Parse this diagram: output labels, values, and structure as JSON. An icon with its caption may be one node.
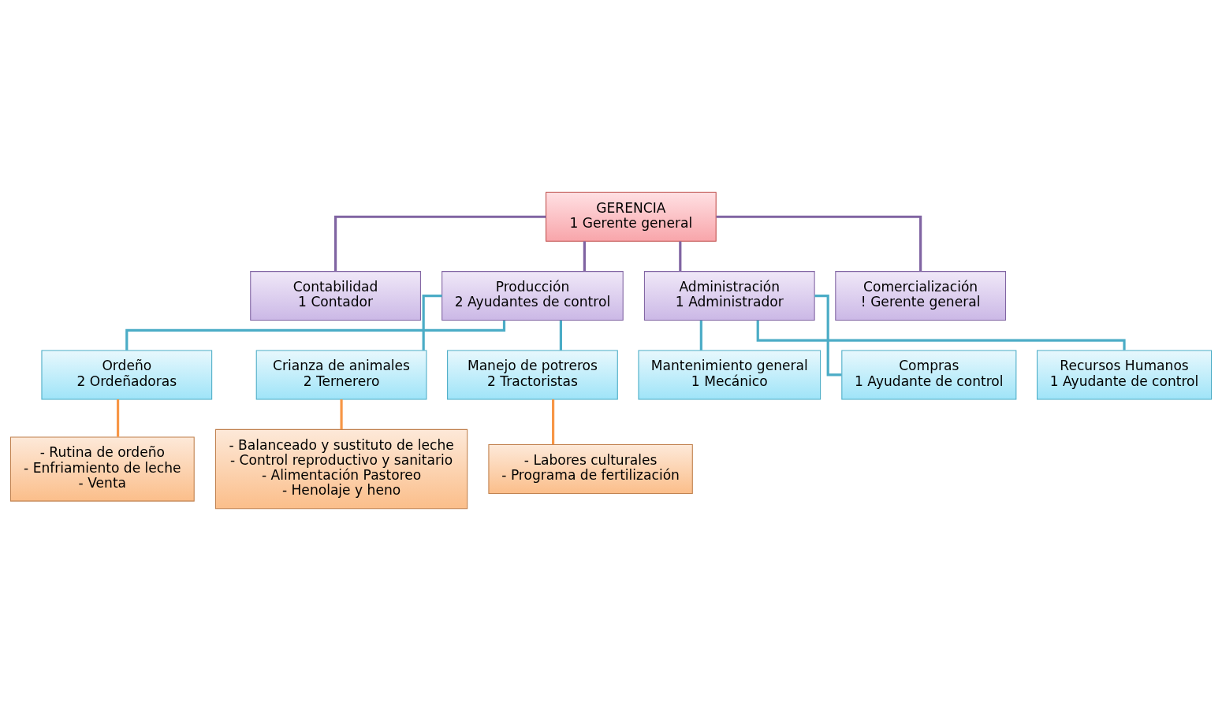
{
  "diagram": {
    "nodes": [
      {
        "text": [
          "GERENCIA",
          "1 Gerente general"
        ]
      },
      {
        "text": [
          "Contabilidad",
          "1 Contador"
        ]
      },
      {
        "text": [
          "Producción",
          "2 Ayudantes de control"
        ]
      },
      {
        "text": [
          "Administración",
          "1 Administrador"
        ]
      },
      {
        "text": [
          "Comercialización",
          "! Gerente general"
        ]
      },
      {
        "text": [
          "Ordeño",
          "2 Ordeñadoras"
        ]
      },
      {
        "text": [
          "Crianza de animales",
          "2 Ternerero"
        ]
      },
      {
        "text": [
          "Manejo de potreros",
          "2 Tractoristas"
        ]
      },
      {
        "text": [
          "Mantenimiento general",
          "1 Mecánico"
        ]
      },
      {
        "text": [
          "- Rutina de ordeño",
          "- Enfriamiento de leche",
          "- Venta"
        ]
      },
      {
        "text": [
          "- Balanceado y sustituto de leche",
          "- Control reproductivo y sanitario",
          "- Alimentación Pastoreo",
          "- Henolaje y heno"
        ]
      },
      {
        "text": [
          "- Labores culturales",
          "- Programa de fertilización"
        ]
      },
      {
        "text": [
          "Compras",
          "1 Ayudante de control"
        ]
      },
      {
        "text": [
          "Recursos Humanos",
          "1 Ayudante de control"
        ]
      }
    ],
    "edges": [
      {
        "from": 0,
        "to": 1,
        "arrow": "none",
        "color": "#8064a2"
      },
      {
        "from": 0,
        "to": 2,
        "arrow": "none",
        "color": "#8064a2"
      },
      {
        "from": 0,
        "to": 3,
        "arrow": "none",
        "color": "#8064a2"
      },
      {
        "from": 0,
        "to": 4,
        "arrow": "none",
        "color": "#8064a2"
      },
      {
        "from": 2,
        "to": 5,
        "arrow": "none"
      },
      {
        "from": 2,
        "to": 6,
        "arrow": "none"
      },
      {
        "from": 2,
        "to": 7,
        "arrow": "none"
      },
      {
        "from": 3,
        "to": 8,
        "arrow": "none"
      },
      {
        "from": 3,
        "to": 12,
        "arrow": "none"
      },
      {
        "from": 3,
        "to": 13,
        "arrow": "none"
      },
      {
        "from": 5,
        "to": 9,
        "arrow": "none",
        "color": "#f79646"
      },
      {
        "from": 6,
        "to": 10,
        "arrow": "none",
        "color": "#f79646"
      },
      {
        "from": 7,
        "to": 11,
        "arrow": "none",
        "color": "#f79646"
      }
    ]
  }
}
